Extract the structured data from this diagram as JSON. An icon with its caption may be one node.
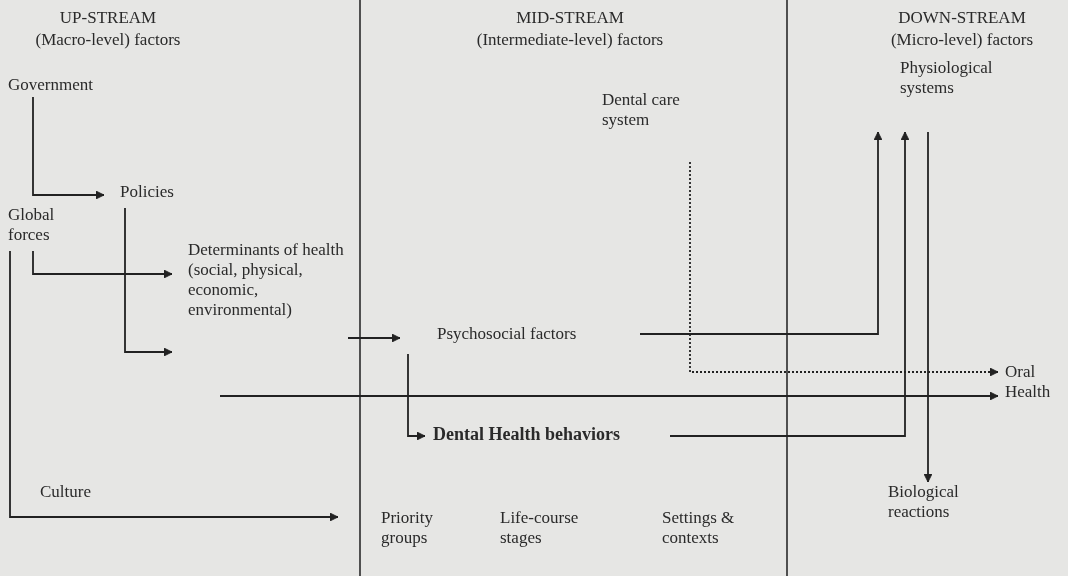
{
  "diagram": {
    "nodes": [
      {
        "text": [
          "Government"
        ]
      },
      {
        "text": [
          "Policies"
        ]
      },
      {
        "text": [
          "Global forces"
        ]
      },
      {
        "text": [
          "Determinants of health (social, physical, economic, environmental)"
        ]
      },
      {
        "text": [
          "Psychosocial factors"
        ]
      },
      {
        "text": [
          "Dental care system"
        ]
      },
      {
        "text": [
          "Physiological systems"
        ]
      },
      {
        "text": [
          "Dental Health behaviors"
        ]
      },
      {
        "text": [
          "Oral Health"
        ]
      },
      {
        "text": [
          "Biological reactions"
        ]
      },
      {
        "text": [
          "Priority groups"
        ]
      },
      {
        "text": [
          "Life-course stages"
        ]
      },
      {
        "text": [
          "Settings & contexts"
        ]
      }
    ],
    "edges": [
      {
        "from": 0,
        "to": 1,
        "arrow": "to"
      },
      {
        "from": 2,
        "to": 3,
        "arrow": "to"
      },
      {
        "from": 1,
        "to": 3,
        "arrow": "to"
      },
      {
        "from": 3,
        "to": 4,
        "arrow": "to"
      },
      {
        "from": 4,
        "to": 6,
        "arrow": "to"
      },
      {
        "from": 4,
        "to": 7,
        "arrow": "to"
      },
      {
        "from": 5,
        "to": 8,
        "arrow": "to",
        "style": "dashed"
      },
      {
        "from": null,
        "to": 8,
        "arrow": "to"
      },
      {
        "from": 7,
        "to": 6,
        "arrow": "to"
      },
      {
        "from": 6,
        "to": 9,
        "arrow": "to"
      },
      {
        "from": 2,
        "to": 10,
        "arrow": "to",
        "label": "Culture"
      }
    ],
    "labels": [
      "UP-STREAM",
      "(Macro-level) factors",
      "MID-STREAM",
      "(Intermediate-level) factors",
      "DOWN-STREAM",
      "(Micro-level) factors"
    ]
  }
}
